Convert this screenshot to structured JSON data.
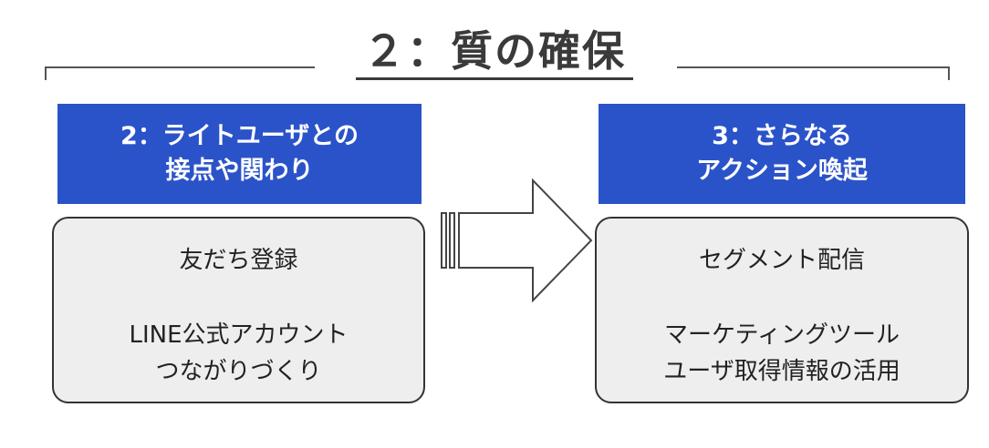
{
  "title": "２：質の確保",
  "colors": {
    "header_bg": "#2b53c9",
    "box_bg": "#eeeeee",
    "border": "#333333"
  },
  "left": {
    "header": "2：ライトユーザとの\n接点や関わり",
    "item1": "友だち登録",
    "item2": "LINE公式アカウント\nつながりづくり"
  },
  "right": {
    "header": "3：さらなる\nアクション喚起",
    "item1": "セグメント配信",
    "item2": "マーケティングツール\nユーザ取得情報の活用"
  }
}
